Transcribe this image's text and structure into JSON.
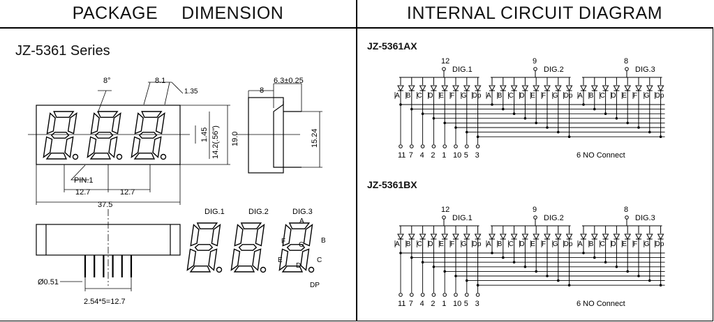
{
  "headers": {
    "left": "PACKAGE DIMENSION",
    "left_a": "PACKAGE",
    "left_b": "DIMENSION",
    "right": "INTERNAL CIRCUIT DIAGRAM"
  },
  "package": {
    "series_title": "JZ-5361 Series",
    "dims": {
      "slant": "8°",
      "top_width": "8.1",
      "seg_w": "1.35",
      "dig_h": "1.45",
      "h_in": "14.2(.56\")",
      "h_total": "19.0",
      "side_w": "8",
      "side_w2": "6.3±0.25",
      "side_h": "15.24",
      "pin1": "PIN.1",
      "pitch1": "12.7",
      "pitch2": "12.7",
      "total_w": "37.5",
      "pin_d": "Ø0.51",
      "pin_pitch": "2.54*5=12.7"
    },
    "digit_labels": [
      "DIG.1",
      "DIG.2",
      "DIG.3"
    ],
    "segment_labels": {
      "a": "A",
      "b": "B",
      "c": "C",
      "d": "D",
      "e": "E",
      "f": "F",
      "g": "G",
      "dp": "DP"
    }
  },
  "circuits": [
    {
      "part": "JZ-5361AX",
      "commons": [
        {
          "pin": "12",
          "label": "DIG.1"
        },
        {
          "pin": "9",
          "label": "DIG.2"
        },
        {
          "pin": "8",
          "label": "DIG.3"
        }
      ],
      "segments": [
        "A",
        "B",
        "C",
        "D",
        "E",
        "F",
        "G",
        "Dp"
      ],
      "bottom_pins": [
        "11",
        "7",
        "4",
        "2",
        "1",
        "10",
        "5",
        "3"
      ],
      "note": "6  NO Connect"
    },
    {
      "part": "JZ-5361BX",
      "commons": [
        {
          "pin": "12",
          "label": "DIG.1"
        },
        {
          "pin": "9",
          "label": "DIG.2"
        },
        {
          "pin": "8",
          "label": "DIG.3"
        }
      ],
      "segments": [
        "A",
        "B",
        "C",
        "D",
        "E",
        "F",
        "G",
        "Dp"
      ],
      "bottom_pins": [
        "11",
        "7",
        "4",
        "2",
        "1",
        "10",
        "5",
        "3"
      ],
      "note": "6  NO Connect"
    }
  ]
}
